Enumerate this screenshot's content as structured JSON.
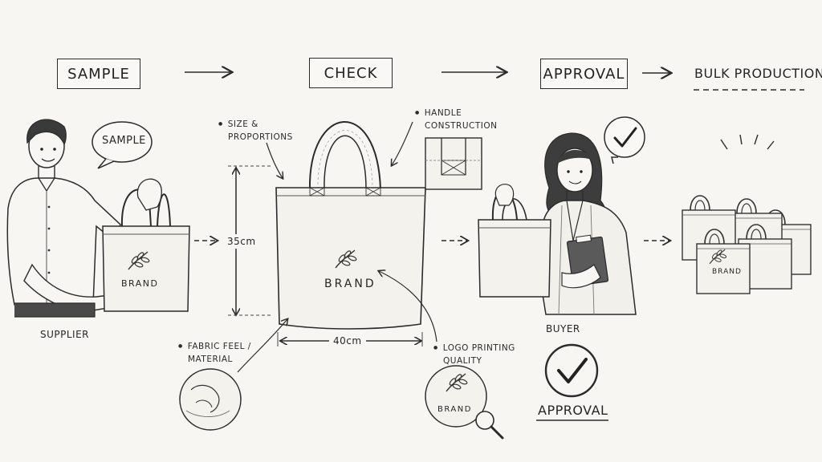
{
  "flow": {
    "steps": [
      "SAMPLE",
      "CHECK",
      "APPROVAL",
      "BULK PRODUCTION"
    ]
  },
  "sample_section": {
    "speech_bubble": "SAMPLE",
    "bag_brand": "BRAND",
    "person_label": "SUPPLIER"
  },
  "check_section": {
    "bag_brand": "BRAND",
    "height_label": "35cm",
    "width_label": "40cm",
    "callouts": {
      "size_line1": "SIZE &",
      "size_line2": "PROPORTIONS",
      "handle_line1": "HANDLE",
      "handle_line2": "CONSTRUCTION",
      "fabric_line1": "FABRIC FEEL /",
      "fabric_line2": "MATERIAL",
      "logo_line1": "LOGO PRINTING",
      "logo_line2": "QUALITY",
      "logo_zoom_brand": "BRAND"
    }
  },
  "approval_section": {
    "person_label": "BUYER",
    "approval_label": "APPROVAL"
  },
  "bulk_section": {
    "bag_brand": "BRAND"
  },
  "colors": {
    "ink": "#262626",
    "paper": "#f7f6f2",
    "bag_fill": "#f4f2ec"
  },
  "icons": [
    "arrow-right-icon",
    "check-icon",
    "magnifier-icon",
    "leaf-logo-icon",
    "speech-bubble-icon"
  ]
}
